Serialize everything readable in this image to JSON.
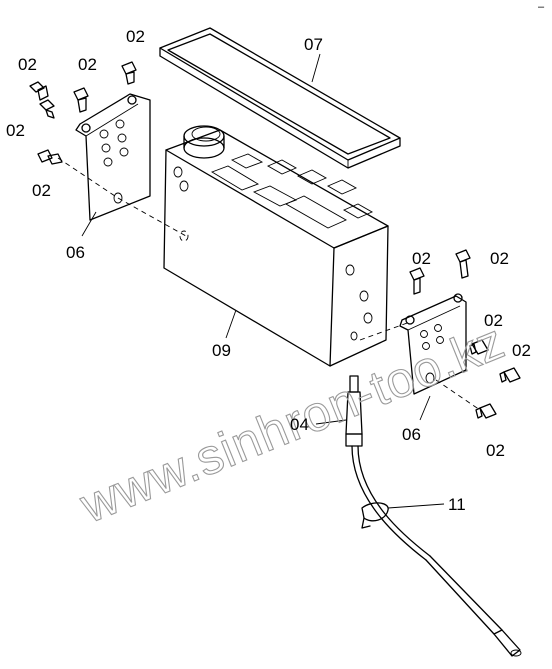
{
  "callouts": {
    "bolt_left_top": "02",
    "bolt_left_mid": "02",
    "bolt_left_stud_a": "02",
    "bolt_left_stud_b": "02",
    "bolt_left_low": "02",
    "cover": "07",
    "bracket_left": "06",
    "box": "09",
    "bolt_right_a": "02",
    "bolt_right_b": "02",
    "bolt_right_c": "02",
    "bolt_right_d": "02",
    "bolt_right_e": "02",
    "bracket_right": "06",
    "sensor": "04",
    "clamp": "11"
  },
  "watermark": "www.sinhron-too.kz",
  "corner_mark": "–"
}
